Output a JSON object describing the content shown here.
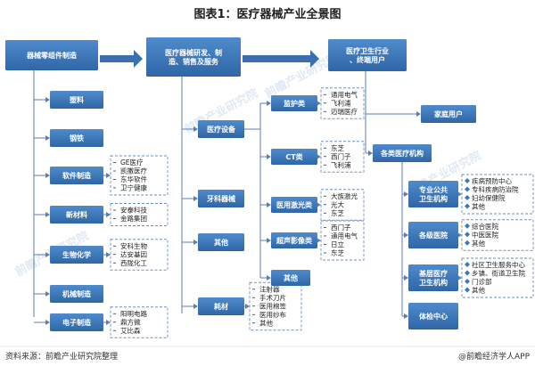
{
  "title": "图表1：医疗器械产业全景图",
  "source": "资料来源：前瞻产业研究院整理",
  "brand": "@前瞻经济学人APP",
  "watermark": "前瞻产业研究院",
  "colors": {
    "box": "#3d78b8",
    "box_dark": "#2f65a5",
    "line": "#5b7fb0",
    "dash": "#6b8fbf",
    "arrow": "#3a6fb0"
  },
  "upstream": {
    "label": "器械零组件制造",
    "items": [
      {
        "label": "塑料",
        "companies": []
      },
      {
        "label": "钢铁",
        "companies": []
      },
      {
        "label": "软件制造",
        "companies": [
          "GE医疗",
          "凯撒医疗",
          "东华软件",
          "卫宁健康"
        ]
      },
      {
        "label": "新材料",
        "companies": [
          "安泰科技",
          "金路集团"
        ]
      },
      {
        "label": "生物化学",
        "companies": [
          "安科生物",
          "达安基因",
          "西陇化工"
        ]
      },
      {
        "label": "机械制造",
        "companies": []
      },
      {
        "label": "电子制造",
        "companies": [
          "阳明电路",
          "鼎方微",
          "艾比森"
        ]
      }
    ]
  },
  "midstream": {
    "label": "医疗器械研发、制造、销售及服务",
    "categories": [
      {
        "label": "医疗设备"
      },
      {
        "label": "牙科器械"
      },
      {
        "label": "其他"
      },
      {
        "label": "耗材",
        "items": [
          "注射器",
          "手术刀片",
          "医用棉签",
          "医用纱布",
          "其他"
        ]
      }
    ],
    "equipment": [
      {
        "label": "监护类",
        "companies": [
          "通用电气",
          "飞利浦",
          "迈瑞医疗"
        ]
      },
      {
        "label": "CT类",
        "companies": [
          "东芝",
          "西门子",
          "飞利浦"
        ]
      },
      {
        "label": "医用激光类",
        "companies": [
          "大族激光",
          "光大",
          "东芝"
        ]
      },
      {
        "label": "超声影像类",
        "companies": [
          "西门子",
          "通用电气",
          "日立",
          "东芝"
        ]
      },
      {
        "label": "其他",
        "companies": []
      }
    ]
  },
  "downstream": {
    "label": "医疗卫生行业、终端用户",
    "household": "家庭用户",
    "institutions": "各类医疗机构",
    "groups": [
      {
        "label": "专业公共卫生机构",
        "items": [
          "疾病预防中心",
          "专科疾病防治院",
          "妇幼保健院",
          "其他"
        ]
      },
      {
        "label": "各级医院",
        "items": [
          "综合医院",
          "中医医院",
          "其他"
        ]
      },
      {
        "label": "基层医疗卫生机构",
        "items": [
          "社区卫生服务中心",
          "乡镇、街道卫生院",
          "门诊部",
          "其他"
        ]
      },
      {
        "label": "体检中心",
        "items": []
      }
    ]
  }
}
